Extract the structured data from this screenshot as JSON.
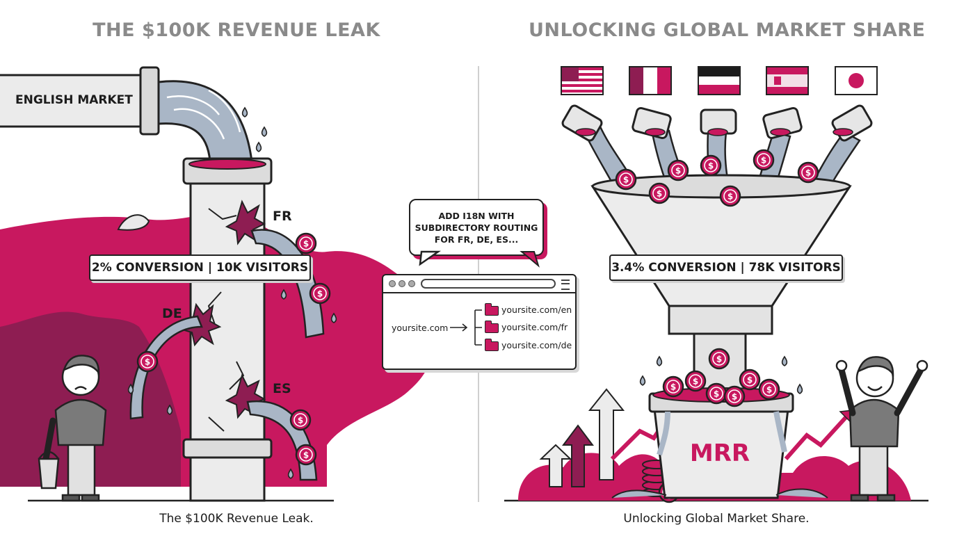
{
  "left_panel": {
    "heading": "THE $100K REVENUE LEAK",
    "pipe_label": "ENGLISH MARKET",
    "stat": "2% CONVERSION | 10K VISITORS",
    "leak_labels": [
      "FR",
      "DE",
      "ES"
    ],
    "caption": "The $100K Revenue Leak."
  },
  "middle": {
    "bubble_lines": [
      "ADD I18N WITH",
      "SUBDIRECTORY ROUTING",
      "FOR FR, DE, ES..."
    ],
    "browser": {
      "root": "yoursite.com",
      "routes": [
        "yoursite.com/en",
        "yoursite.com/fr",
        "yoursite.com/de"
      ]
    }
  },
  "right_panel": {
    "heading": "UNLOCKING GLOBAL MARKET SHARE",
    "flags": [
      "us-flag",
      "fr-flag",
      "de-flag",
      "es-flag",
      "jp-flag"
    ],
    "stat": "3.4% CONVERSION | 78K VISITORS",
    "bucket_label": "MRR",
    "caption": "Unlocking Global Market Share."
  },
  "colors": {
    "accent": "#c8185f",
    "accent_dark": "#8e1d52",
    "pipe": "#e6e6e6",
    "water": "#a9b6c6",
    "heading_gray": "#8a8a8a",
    "outline": "#222222"
  },
  "icons": [
    "dollar-coin-icon",
    "crack-burst-icon",
    "water-drop-icon",
    "folder-icon",
    "arrow-up-icon",
    "trend-arrow-icon"
  ]
}
